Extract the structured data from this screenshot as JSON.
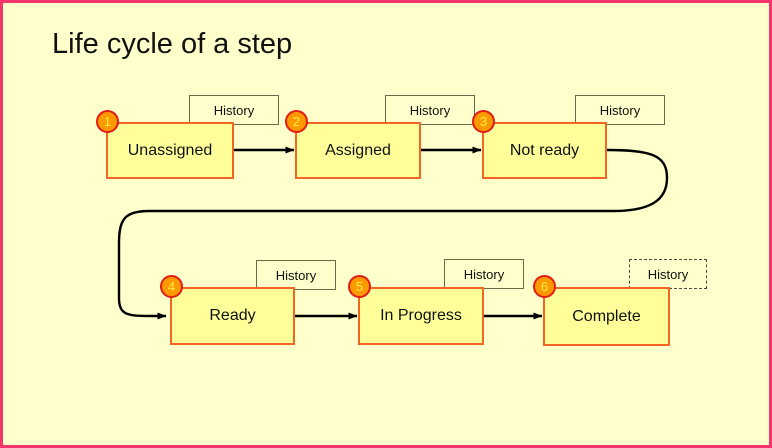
{
  "page": {
    "title": "Life cycle of a step",
    "background_color": "#ffffcc",
    "frame_border_color": "#f5356b"
  },
  "theme": {
    "state_fill": "#ffff99",
    "state_border": "#f26522",
    "badge_fill": "#ff9900",
    "badge_border": "#e01b18",
    "badge_text": "#ffee44",
    "history_border": "#6b6b4a",
    "edge_color": "#000000"
  },
  "states": [
    {
      "id": "unassigned",
      "number": "1",
      "label": "Unassigned",
      "history_label": "History",
      "history_style": "solid"
    },
    {
      "id": "assigned",
      "number": "2",
      "label": "Assigned",
      "history_label": "History",
      "history_style": "solid"
    },
    {
      "id": "not-ready",
      "number": "3",
      "label": "Not ready",
      "history_label": "History",
      "history_style": "solid"
    },
    {
      "id": "ready",
      "number": "4",
      "label": "Ready",
      "history_label": "History",
      "history_style": "solid"
    },
    {
      "id": "in-progress",
      "number": "5",
      "label": "In Progress",
      "history_label": "History",
      "history_style": "solid"
    },
    {
      "id": "complete",
      "number": "6",
      "label": "Complete",
      "history_label": "History",
      "history_style": "dashed"
    }
  ],
  "transitions": [
    {
      "from": "unassigned",
      "to": "assigned",
      "kind": "straight"
    },
    {
      "from": "assigned",
      "to": "not-ready",
      "kind": "straight"
    },
    {
      "from": "not-ready",
      "to": "ready",
      "kind": "curved-wrap"
    },
    {
      "from": "ready",
      "to": "in-progress",
      "kind": "straight"
    },
    {
      "from": "in-progress",
      "to": "complete",
      "kind": "straight"
    }
  ]
}
